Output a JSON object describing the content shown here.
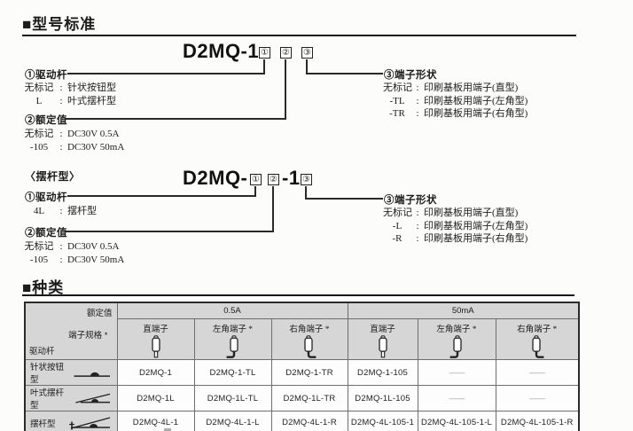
{
  "punct": {
    "colon": ":"
  },
  "sections": {
    "model_standard": "■型号标准",
    "types": "■种类"
  },
  "diagram1": {
    "code": "D2MQ-1",
    "digits": [
      "①",
      "②",
      "③"
    ],
    "drive": {
      "title": "①驱动杆",
      "rows": [
        {
          "c": "无标记",
          "d": "针状按钮型"
        },
        {
          "c": "L",
          "d": "叶式摆杆型"
        }
      ]
    },
    "rating": {
      "title": "②额定值",
      "rows": [
        {
          "c": "无标记",
          "d": "DC30V 0.5A"
        },
        {
          "c": "-105",
          "d": "DC30V 50mA"
        }
      ]
    },
    "terminal": {
      "title": "③端子形状",
      "rows": [
        {
          "c": "无标记",
          "d": "印刷基板用端子(直型)"
        },
        {
          "c": "-TL",
          "d": "印刷基板用端子(左角型)"
        },
        {
          "c": "-TR",
          "d": "印刷基板用端子(右角型)"
        }
      ]
    }
  },
  "diagram2": {
    "subtitle": "〈摆杆型〉",
    "code_prefix": "D2MQ-",
    "code_mid": "-1",
    "digits": [
      "①",
      "②",
      "③"
    ],
    "drive": {
      "title": "①驱动杆",
      "rows": [
        {
          "c": "4L",
          "d": "摆杆型"
        }
      ]
    },
    "rating": {
      "title": "②额定值",
      "rows": [
        {
          "c": "无标记",
          "d": "DC30V 0.5A"
        },
        {
          "c": "-105",
          "d": "DC30V 50mA"
        }
      ]
    },
    "terminal": {
      "title": "③端子形状",
      "rows": [
        {
          "c": "无标记",
          "d": "印刷基板用端子(直型)"
        },
        {
          "c": "-L",
          "d": "印刷基板用端子(左角型)"
        },
        {
          "c": "-R",
          "d": "印刷基板用端子(右角型)"
        }
      ]
    }
  },
  "table": {
    "corner": {
      "rated": "额定值",
      "spec": "端子规格 *",
      "drive": "驱动杆"
    },
    "group_05A": "0.5A",
    "group_50mA": "50mA",
    "col_headers": [
      "直端子",
      "左角端子 *",
      "右角端子 *",
      "直端子",
      "左角端子 *",
      "右角端子 *"
    ],
    "rows": [
      {
        "label": "针状按钮型",
        "cells": [
          "D2MQ-1",
          "D2MQ-1-TL",
          "D2MQ-1-TR",
          "D2MQ-1-105",
          "——",
          "——"
        ]
      },
      {
        "label": "叶式摆杆型",
        "cells": [
          "D2MQ-1L",
          "D2MQ-1L-TL",
          "D2MQ-1L-TR",
          "D2MQ-1L-105",
          "——",
          "——"
        ]
      },
      {
        "label": "摆杆型",
        "cells": [
          "D2MQ-4L-1",
          "D2MQ-4L-1-L",
          "D2MQ-4L-1-R",
          "D2MQ-4L-105-1",
          "D2MQ-4L-105-1-L",
          "D2MQ-4L-105-1-R"
        ]
      }
    ],
    "colors": {
      "header_bg": "#d6d6d6",
      "border_dark": "#2b2b2b",
      "border_inner": "#6e6e6e",
      "rule": "#151515"
    }
  }
}
